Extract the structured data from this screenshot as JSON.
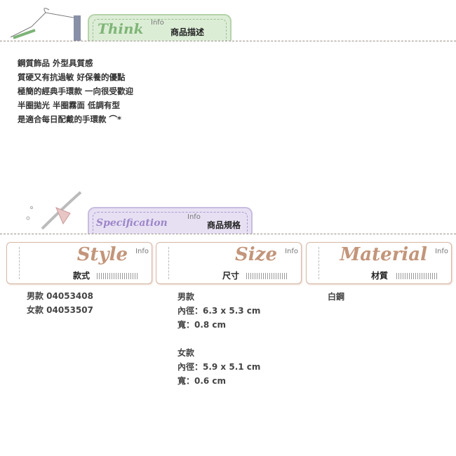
{
  "description_section": {
    "script_title": "Think",
    "info": "Info",
    "title": "商品描述",
    "accent": "#8fbf86",
    "lines": [
      "鋼質飾品 外型具質感",
      "質硬又有抗過敏 好保養的優點",
      "極簡的經典手環款 一向很受歡迎",
      "半圈拋光 半圈霧面 低調有型",
      "是適合每日配戴的手環款 ⌒*"
    ]
  },
  "spec_section": {
    "script_title": "Specification",
    "info": "Info",
    "title": "商品規格",
    "accent": "#9c86c9",
    "cards": [
      {
        "script": "Style",
        "info": "Info",
        "label": "款式"
      },
      {
        "script": "Size",
        "info": "Info",
        "label": "尺寸"
      },
      {
        "script": "Material",
        "info": "Info",
        "label": "材質"
      }
    ],
    "style_lines": [
      "男款  04053408",
      "女款  04053507"
    ],
    "size_lines": [
      "男款",
      "內徑：6.3 x 5.3 cm",
      "寬：0.8 cm",
      "",
      "女款",
      "內徑：5.9 x 5.1 cm",
      "寬：0.6 cm"
    ],
    "material_lines": [
      "白鋼"
    ]
  }
}
